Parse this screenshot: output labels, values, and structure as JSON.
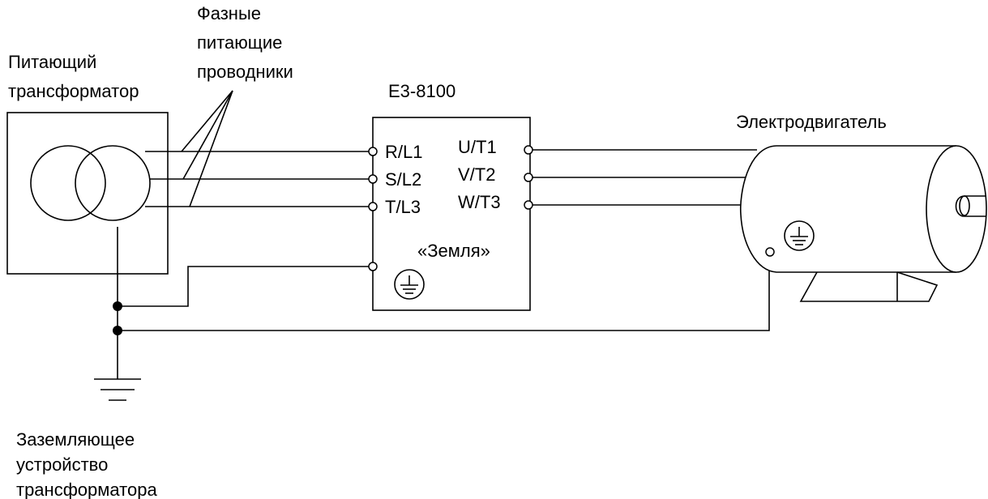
{
  "diagram": {
    "labels": {
      "phase_conductors": [
        "Фазные",
        "питающие",
        "проводники"
      ],
      "supply_transformer": [
        "Питающий",
        "трансформатор"
      ],
      "device": "E3-8100",
      "motor": "Электродвигатель",
      "earth": "«Земля»",
      "earthing_device": [
        "Заземляющее",
        "устройство",
        "трансформатора"
      ]
    },
    "input_terminals": [
      "R/L1",
      "S/L2",
      "T/L3"
    ],
    "output_terminals": [
      "U/T1",
      "V/T2",
      "W/T3"
    ]
  }
}
